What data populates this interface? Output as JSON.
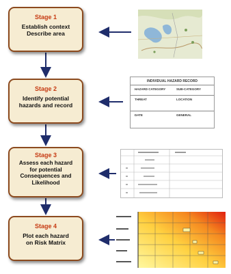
{
  "stages": [
    {
      "title": "Stage 1",
      "lines": [
        "Establish context",
        "Describe area"
      ]
    },
    {
      "title": "Stage 2",
      "lines": [
        "Identify potential",
        "hazards and record"
      ]
    },
    {
      "title": "Stage 3",
      "lines": [
        "Assess each hazard",
        "for potential",
        "Consequences and",
        "Likelihood"
      ]
    },
    {
      "title": "Stage 4",
      "lines": [
        "Plot each hazard",
        "on Risk Matrix"
      ]
    }
  ],
  "register": {
    "title": "INDIVIDUAL HAZARD RECORD",
    "rows": [
      [
        "HAZARD CATEGORY",
        "SUB-CATEGORY"
      ],
      [
        "THREAT",
        "LOCATION"
      ],
      [
        "DATE",
        "GENERAL"
      ]
    ]
  },
  "colors": {
    "stage_fill": "#f6ecd2",
    "stage_border": "#8c4a1e",
    "stage_title": "#c63a12",
    "arrow": "#1f2d6b"
  }
}
